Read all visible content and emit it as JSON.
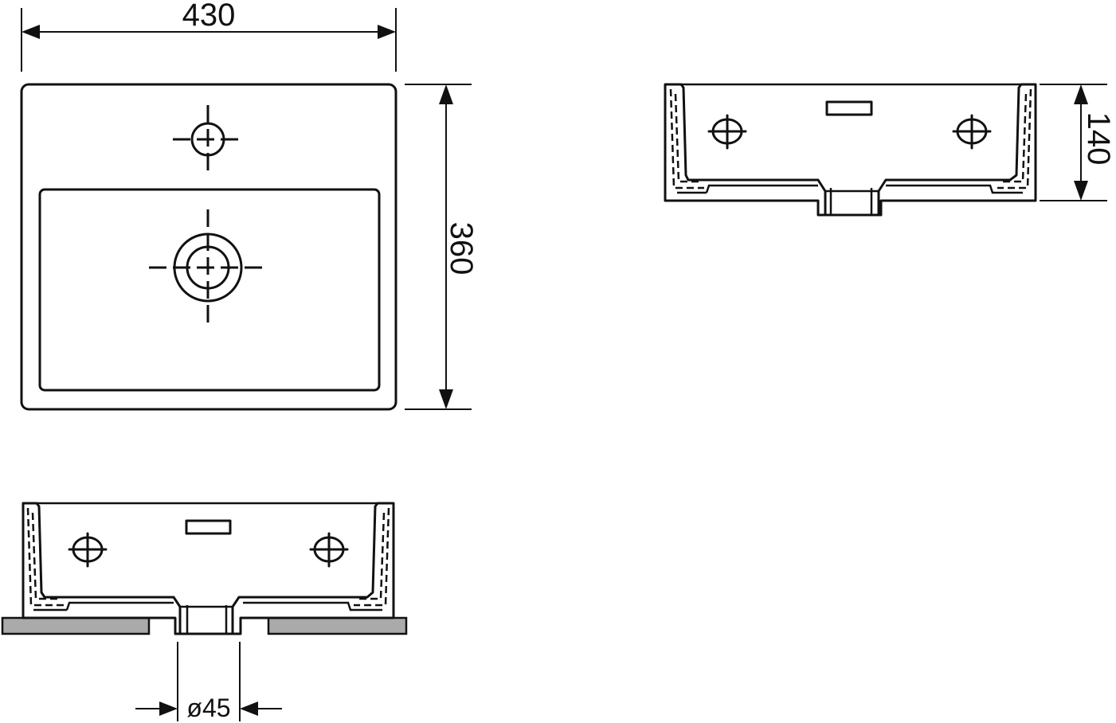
{
  "dimensions": {
    "width": "430",
    "depth": "360",
    "height": "140",
    "drain_diameter": "ø45"
  },
  "colors": {
    "line": "#111111",
    "countertop": "#aaaaaa",
    "background": "#ffffff"
  }
}
